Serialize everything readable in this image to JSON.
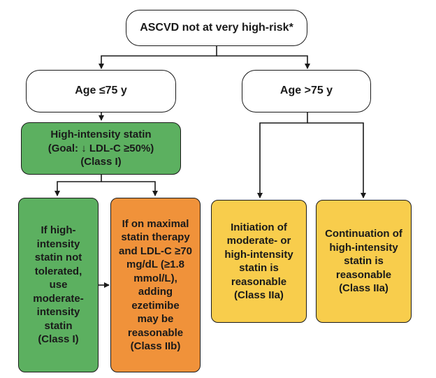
{
  "colors": {
    "white_box": "#ffffff",
    "green_box": "#5cb060",
    "orange_box": "#f0923a",
    "yellow_box": "#f8cd4c",
    "line": "#1a1a1a"
  },
  "nodes": {
    "root": {
      "lines": [
        "ASCVD not at very high-risk*"
      ]
    },
    "age_le75": {
      "lines": [
        "Age ≤75 y"
      ]
    },
    "age_gt75": {
      "lines": [
        "Age >75 y"
      ]
    },
    "high_intensity": {
      "lines": [
        "High-intensity statin",
        "(Goal: ↓ LDL-C ≥50%)",
        "(Class I)"
      ]
    },
    "not_tolerated": {
      "lines": [
        "If high-",
        "intensity",
        "statin not",
        "tolerated,",
        "use",
        "moderate-",
        "intensity",
        "statin",
        "(Class I)"
      ]
    },
    "ezetimibe": {
      "lines": [
        "If on maximal",
        "statin therapy",
        "and LDL-C ≥70",
        "mg/dL (≥1.8",
        "mmol/L),",
        "adding",
        "ezetimibe",
        "may be",
        "reasonable",
        "(Class IIb)"
      ]
    },
    "initiation": {
      "lines": [
        "Initiation of",
        "moderate- or",
        "high-intensity",
        "statin is",
        "reasonable",
        "(Class IIa)"
      ]
    },
    "continuation": {
      "lines": [
        "Continuation of",
        "high-intensity",
        "statin is",
        "reasonable",
        "(Class IIa)"
      ]
    }
  }
}
